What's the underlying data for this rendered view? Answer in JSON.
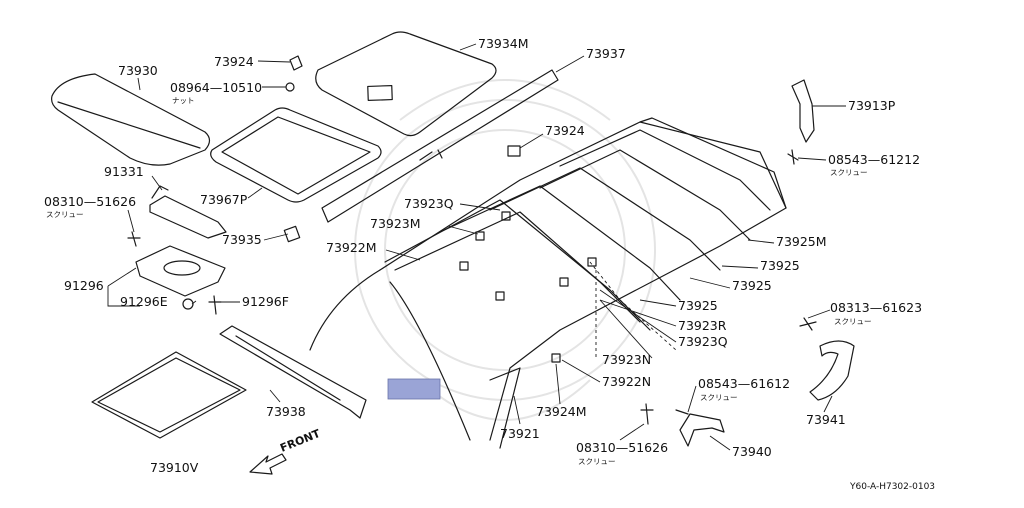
{
  "diagram": {
    "reference_code": "Y60-A-H7302-0103",
    "front_label": "FRONT",
    "highlight_color": "#9aa4d6",
    "labels": {
      "p73930": "73930",
      "p73924_top": "73924",
      "p08964": "08964—10510",
      "nut": "ナット",
      "p73934M": "73934M",
      "p73937": "73937",
      "p73913P": "73913P",
      "p08543_a": "08543—61212",
      "screw_a": "スクリュー",
      "p91331": "91331",
      "p08310_a": "08310—51626",
      "screw_b": "スクリュー",
      "p73967P": "73967P",
      "p73924_mid": "73924",
      "p73923Q_a": "73923Q",
      "p73923M": "73923M",
      "p73935": "73935",
      "p73922M": "73922M",
      "p73925M": "73925M",
      "p73925_a": "73925",
      "p73925_b": "73925",
      "p73925_c": "73925",
      "p91296": "91296",
      "p91296E": "91296E",
      "p91296F": "91296F",
      "p08313": "08313—61623",
      "screw_c": "スクリュー",
      "p73923R": "73923R",
      "p73923Q_b": "73923Q",
      "p73923N": "73923N",
      "p73922N": "73922N",
      "p08543_b": "08543—61612",
      "screw_d": "スクリュー",
      "p73938": "73938",
      "p73924M": "73924M",
      "p73941": "73941",
      "p73921": "73921",
      "p08310_b": "08310—51626",
      "screw_e": "スクリュー",
      "p73940": "73940",
      "p73910V": "73910V"
    }
  }
}
